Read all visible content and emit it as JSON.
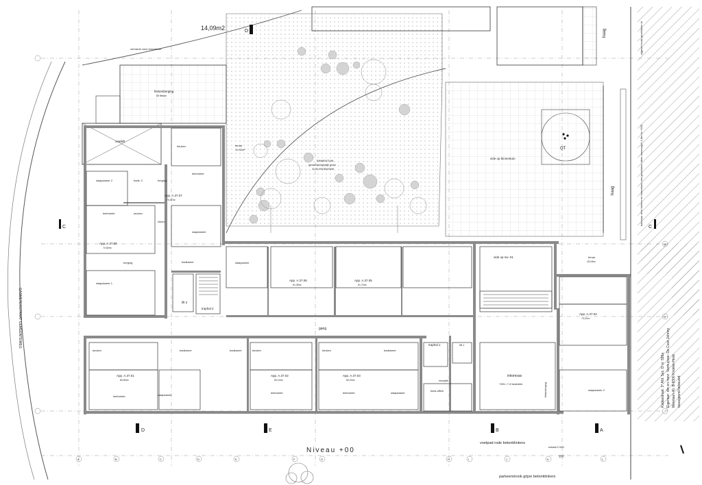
{
  "plan": {
    "title": "Niveau +00",
    "scale": "schaal 1/100",
    "area_top": "14,09m2",
    "sections": {
      "c": "C",
      "d": "D",
      "e": "E",
      "b": "B",
      "a": "A"
    },
    "streets": {
      "left": "GASMETERSTRAAT GEMEENTEWEG",
      "bottom_path": "voetpad rode betonklinkers",
      "bottom_parking": "parkeerstrook grijze betonklinkers",
      "vp": "V.P."
    },
    "rooms": [
      {
        "id": "fietsenberging",
        "text": "fietsenberging"
      },
      {
        "id": "fiets_sub",
        "text": "55 fietsen"
      },
      {
        "id": "zetel",
        "text": "zetellift"
      },
      {
        "id": "keuken1",
        "text": "keuken"
      },
      {
        "id": "terras1",
        "text": "terras"
      },
      {
        "id": "terras1b",
        "text": "10,92m²"
      },
      {
        "id": "binnentuin",
        "text": "BINNENTUIN"
      },
      {
        "id": "binnentuin2",
        "text": "gemeenschappelijk groen"
      },
      {
        "id": "binnentuin3",
        "text": "32,59 GROENZONE"
      },
      {
        "id": "vide_binnen",
        "text": "vide op binnentuin"
      },
      {
        "id": "qt",
        "text": "QT"
      },
      {
        "id": "haag1",
        "text": "haag"
      },
      {
        "id": "haag2",
        "text": "haag"
      },
      {
        "id": "slaapk2",
        "text": "slaapkamer 2"
      },
      {
        "id": "badk2",
        "text": "badk. 2"
      },
      {
        "id": "berging1",
        "text": "berging"
      },
      {
        "id": "app0307",
        "text": "App. A.37.07"
      },
      {
        "id": "app0307m",
        "text": "70,47m²"
      },
      {
        "id": "leefruimte1",
        "text": "leefruimte"
      },
      {
        "id": "leefruimte2",
        "text": "leefruimte"
      },
      {
        "id": "keuken2",
        "text": "keuken"
      },
      {
        "id": "inkom1",
        "text": "inkom"
      },
      {
        "id": "app0308",
        "text": "App. A.37.08"
      },
      {
        "id": "app0308m",
        "text": "72,60m²"
      },
      {
        "id": "slaapk_a",
        "text": "slaapkamer"
      },
      {
        "id": "slaapk1",
        "text": "slaapkamer 1"
      },
      {
        "id": "berging2",
        "text": "berging"
      },
      {
        "id": "badkamer1",
        "text": "badkamer"
      },
      {
        "id": "lift2",
        "text": "lift 2"
      },
      {
        "id": "trap2",
        "text": "traphal 2"
      },
      {
        "id": "app0306",
        "text": "App. A.37.06"
      },
      {
        "id": "app0306m",
        "text": "61,35m²"
      },
      {
        "id": "app0305",
        "text": "App. A.37.05"
      },
      {
        "id": "app0305m",
        "text": "61,70m²"
      },
      {
        "id": "vide_niv",
        "text": "vide op niv.-01"
      },
      {
        "id": "terras2",
        "text": "terras"
      },
      {
        "id": "terras2m",
        "text": "18,18m²"
      },
      {
        "id": "app0304",
        "text": "App. A.37.04"
      },
      {
        "id": "app0304m",
        "text": "73,11m²"
      },
      {
        "id": "gang",
        "text": "gang"
      },
      {
        "id": "app0301",
        "text": "App. A.37.01"
      },
      {
        "id": "app0301m",
        "text": "80,80m²"
      },
      {
        "id": "app0302",
        "text": "App. A.37.02"
      },
      {
        "id": "app0302m",
        "text": "60,10m²"
      },
      {
        "id": "app0303",
        "text": "App. A.37.03"
      },
      {
        "id": "app0303m",
        "text": "60,20m²"
      },
      {
        "id": "trap1",
        "text": "traphal 1"
      },
      {
        "id": "lift1",
        "text": "lift 1"
      },
      {
        "id": "receptie",
        "text": "receptie"
      },
      {
        "id": "backoffice",
        "text": "back-office"
      },
      {
        "id": "inkomsas",
        "text": "inkomsas"
      },
      {
        "id": "inkomsas2",
        "text": "+000=-? 10 landmeter"
      },
      {
        "id": "fietsen_b",
        "text": "fietsenberging"
      },
      {
        "id": "sl2r",
        "text": "slaapkamer 2"
      },
      {
        "id": "slr",
        "text": "slaapkamer"
      },
      {
        "id": "slr2",
        "text": "slaapkamer"
      },
      {
        "id": "slr3",
        "text": "slaapkamer"
      },
      {
        "id": "lr1",
        "text": "leefruimte"
      },
      {
        "id": "lr2",
        "text": "leefruimte"
      },
      {
        "id": "lr3",
        "text": "leefruimte"
      },
      {
        "id": "kk1",
        "text": "keuken"
      },
      {
        "id": "kk2",
        "text": "keuken"
      },
      {
        "id": "kk3",
        "text": "keuken"
      },
      {
        "id": "bk1",
        "text": "badkamer"
      },
      {
        "id": "bk2",
        "text": "badkamer"
      },
      {
        "id": "bk3",
        "text": "badkamer"
      },
      {
        "id": "right_note",
        "text": "tuinmuur af te breken en hermetsen met gevelsteen idem aanvraag h 1,8m bv +030"
      },
      {
        "id": "top_right_note",
        "text": "zijgevel loods gevelsteen id"
      },
      {
        "id": "zone_brand",
        "text": "verharde zone brandweer"
      }
    ],
    "legend_block": {
      "line1": "Kadasstraat: 1° Afd. Sec. D nr. 599a",
      "line2": "Eigenaar: dhr en mevr. Vanhuysse- De Cock Johnny",
      "line3": "Meerlaan 40, B-8300 Knokke-Heist",
      "line4": "bouwgrond bebouwd"
    },
    "grid_letters": [
      "A",
      "B",
      "C",
      "D",
      "E",
      "F",
      "G",
      "H",
      "I",
      "J",
      "K",
      "L",
      "M",
      "N"
    ]
  }
}
